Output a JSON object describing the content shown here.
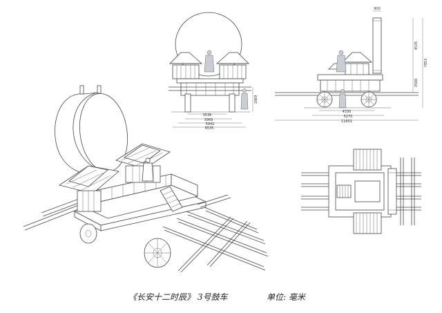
{
  "caption": {
    "title": "《长安十二时辰》 3号鼓车",
    "unit": "单位: 毫米"
  },
  "front_view": {
    "dims_bottom": [
      "3536",
      "3969",
      "5942",
      "6535"
    ],
    "dim_side": "1869"
  },
  "side_view": {
    "dim_top": "900",
    "dims_right": [
      "4535",
      "7853",
      "3500"
    ],
    "dims_bottom": [
      "4330",
      "5270",
      "11601"
    ]
  },
  "colors": {
    "line": "#444444",
    "figure": "#c9ced4"
  }
}
